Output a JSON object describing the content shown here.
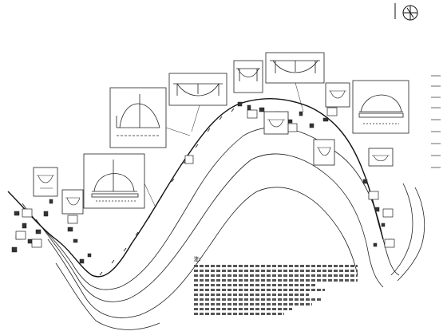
{
  "drawing": {
    "background": "#ffffff",
    "line_color": "#222222",
    "accent_color": "#777777"
  },
  "compass": {
    "icon": "north-arrow-icon"
  },
  "notes": {
    "title": "注:",
    "line_count": 11
  },
  "detail_boxes": [
    {
      "name": "arch-section-top-left",
      "icon": "arch-section-icon"
    },
    {
      "name": "arch-section-lower-left",
      "icon": "arch-section-icon"
    },
    {
      "name": "bridge-elevation-center",
      "icon": "bridge-elevation-icon"
    },
    {
      "name": "bridge-elevation-top",
      "icon": "bridge-elevation-icon"
    },
    {
      "name": "arch-section-right",
      "icon": "arch-section-icon"
    }
  ]
}
